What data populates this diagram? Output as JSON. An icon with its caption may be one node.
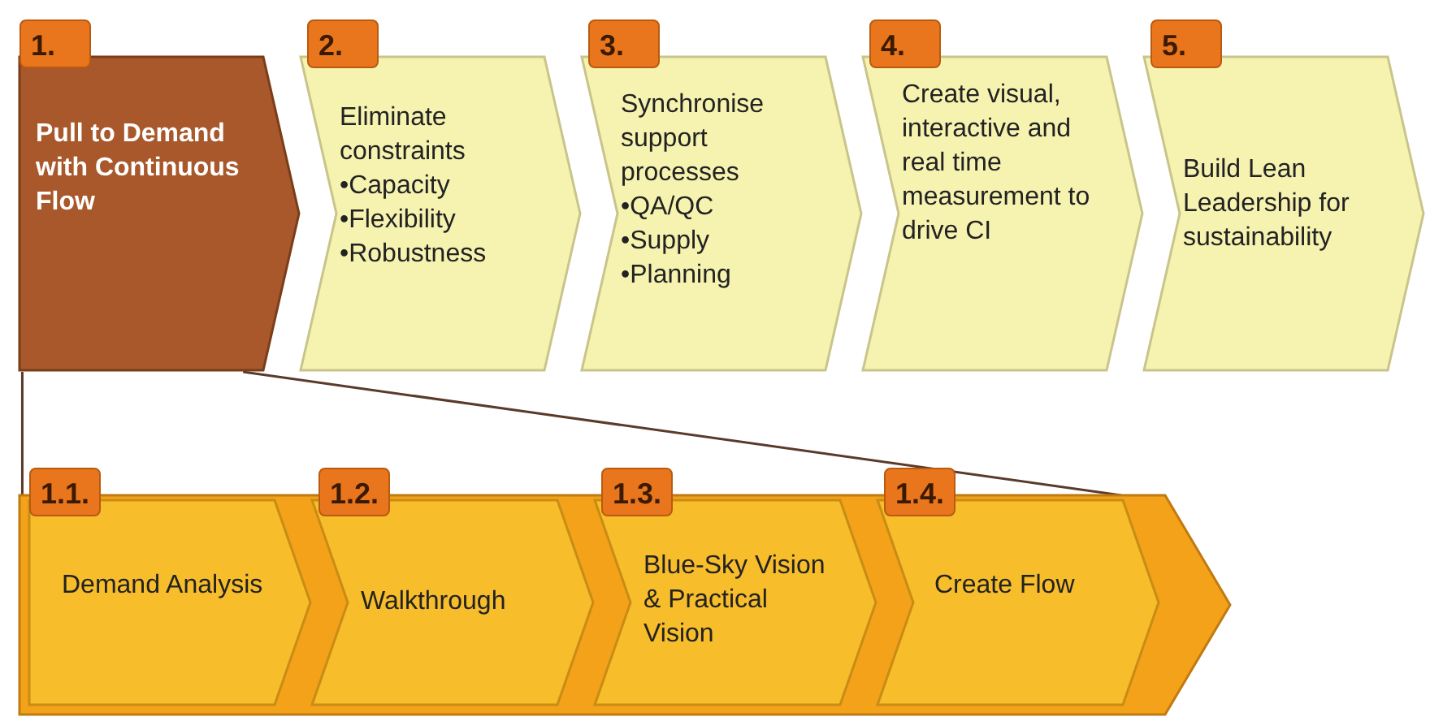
{
  "diagram": {
    "nodes": [
      {
        "text": [
          "1.",
          "Pull to Demand with Continuous Flow"
        ]
      },
      {
        "text": [
          "2.",
          "Eliminate constraints",
          "•Capacity",
          "•Flexibility",
          "•Robustness"
        ]
      },
      {
        "text": [
          "3.",
          "Synchronise support processes",
          "•QA/QC",
          "•Supply",
          "•Planning"
        ]
      },
      {
        "text": [
          "4.",
          "Create visual, interactive and real time measurement to drive CI"
        ]
      },
      {
        "text": [
          "5.",
          "Build Lean Leadership for sustainability"
        ]
      },
      {
        "text": [],
        "shape": "arrow"
      },
      {
        "text": [
          "1.1.",
          "Demand Analysis"
        ],
        "in": 5
      },
      {
        "text": [
          "1.2.",
          "Walkthrough"
        ],
        "in": 5
      },
      {
        "text": [
          "1.3.",
          "Blue-Sky Vision & Practical Vision"
        ],
        "in": 5
      },
      {
        "text": [
          "1.4.",
          "Create Flow"
        ],
        "in": 5
      }
    ],
    "edges": [
      {
        "from": 0,
        "to": 5,
        "arrow": "none"
      },
      {
        "from": 0,
        "to": 5,
        "arrow": "none"
      }
    ]
  }
}
